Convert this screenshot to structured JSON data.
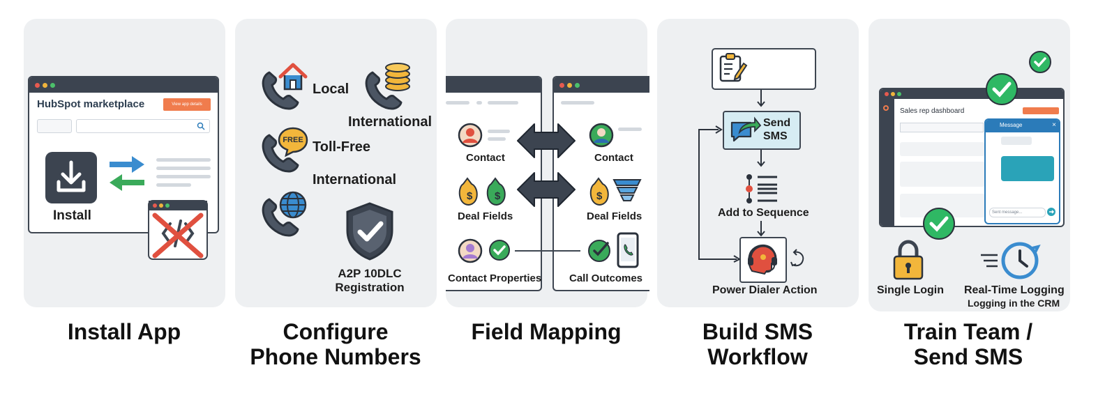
{
  "steps": [
    {
      "title": "Install App"
    },
    {
      "title_line1": "Configure",
      "title_line2": "Phone Numbers"
    },
    {
      "title": "Field Mapping"
    },
    {
      "title_line1": "Build SMS",
      "title_line2": "Workflow"
    },
    {
      "title_line1": "Train Team /",
      "title_line2": "Send SMS"
    }
  ],
  "install": {
    "brand": "HubSpot marketplace",
    "cta": "View app details",
    "install_label": "Install"
  },
  "phones": {
    "local": "Local",
    "international_top": "International",
    "toll_free": "Toll-Free",
    "international": "International",
    "free_badge": "FREE",
    "registration_line1": "A2P 10DLC",
    "registration_line2": "Registration"
  },
  "mapping": {
    "left": [
      "Contact",
      "Deal Fields",
      "Contact Properties"
    ],
    "right": [
      "Contact",
      "Deal Fields",
      "Call Outcomes"
    ]
  },
  "workflow": {
    "send_sms_line1": "Send",
    "send_sms_line2": "SMS",
    "add_to_sequence": "Add to Sequence",
    "power_dialer": "Power Dialer Action"
  },
  "train": {
    "dashboard_title": "Sales rep dashboard",
    "message_title": "Message",
    "message_placeholder": "Sent message...",
    "single_login": "Single Login",
    "realtime_line1": "Real-Time Logging",
    "realtime_line2": "Logging in the CRM"
  },
  "colors": {
    "panel": "#eef0f2",
    "dark": "#3c4450",
    "hubspot_orange": "#f07c4d",
    "green": "#2fb864",
    "blue": "#3a8ccf",
    "gold": "#f2b63b",
    "teal": "#2aa3b8",
    "red": "#e0503f"
  },
  "icons": [
    "download-icon",
    "sync-arrows-icon",
    "blocked-code-icon",
    "phone-icon",
    "house-icon",
    "coins-icon",
    "globe-icon",
    "shield-check-icon",
    "person-icon",
    "money-bag-icon",
    "funnel-icon",
    "check-circle-icon",
    "mobile-phone-icon",
    "double-arrow-icon",
    "clipboard-icon",
    "chat-share-icon",
    "sequence-list-icon",
    "headset-icon",
    "padlock-icon",
    "clock-sync-icon"
  ]
}
